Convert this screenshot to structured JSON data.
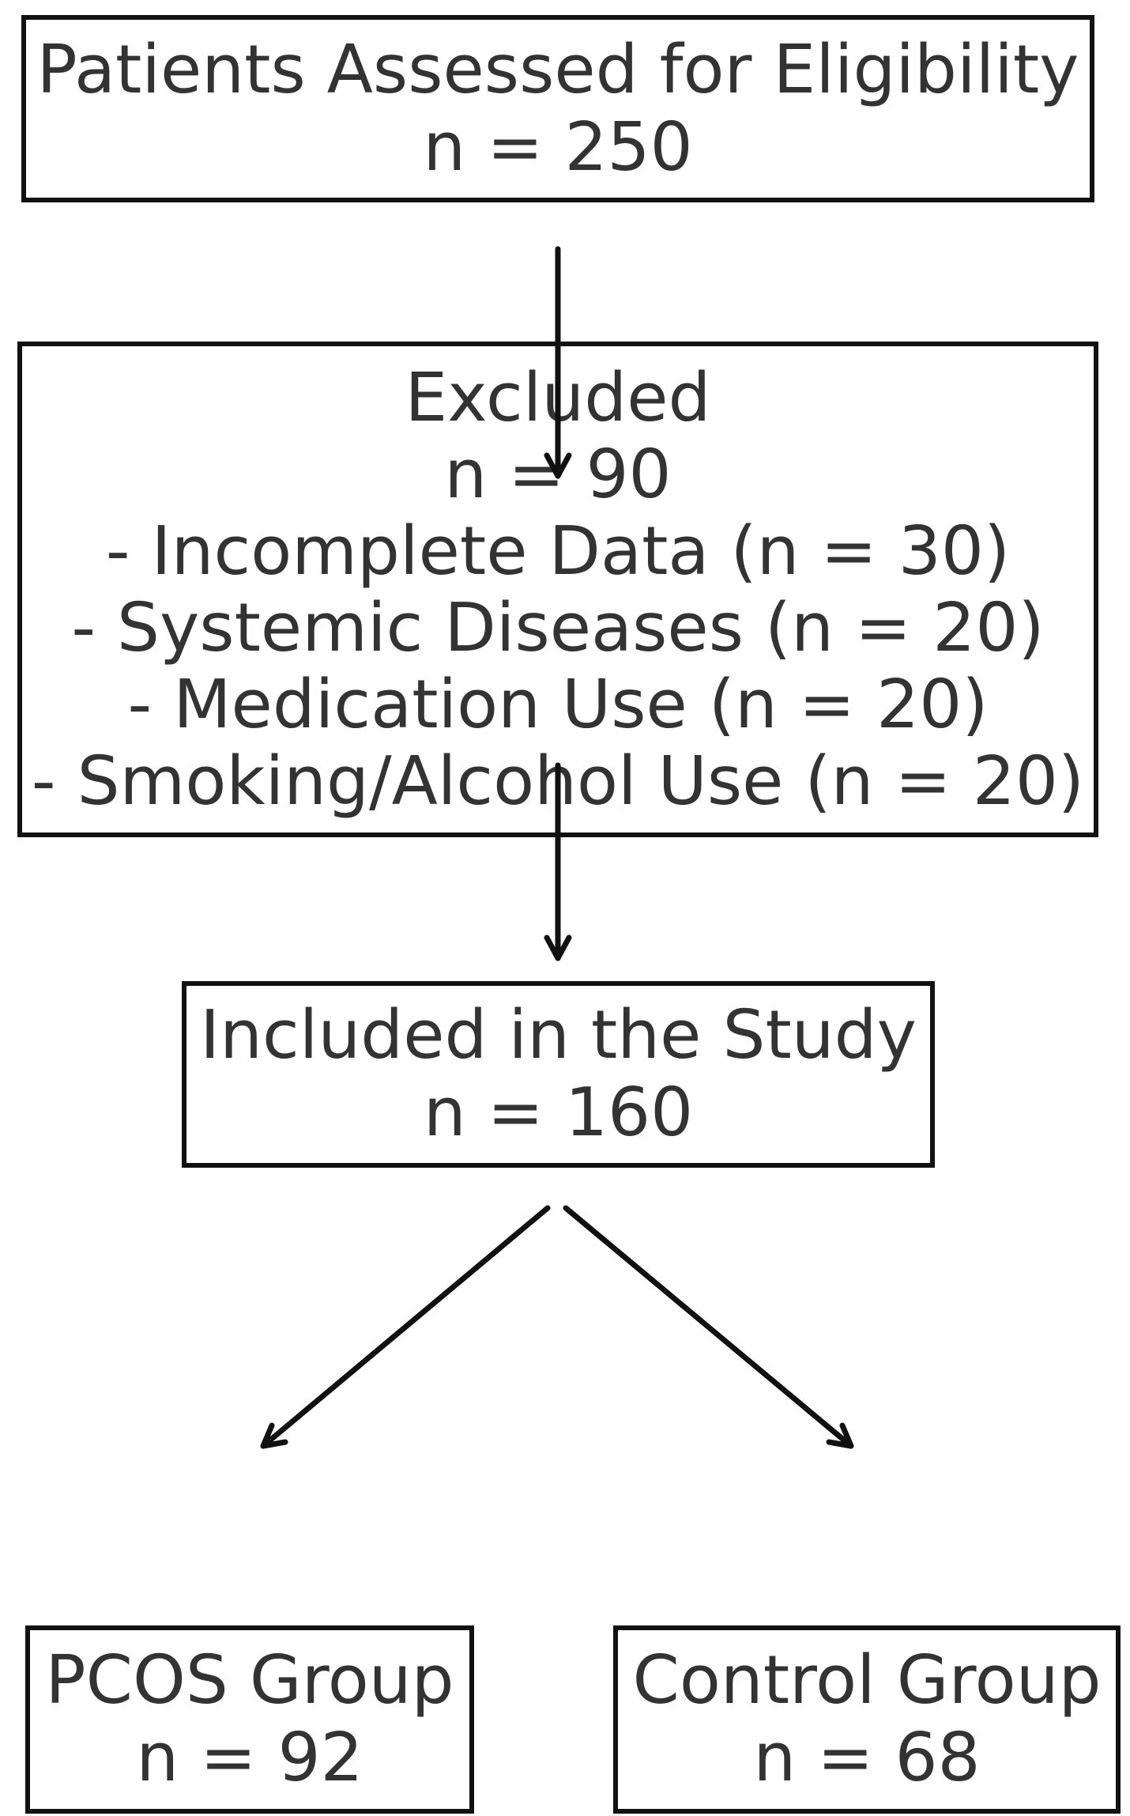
{
  "boxes": {
    "assessed": {
      "lines": [
        "Patients Assessed for Eligibility",
        "n = 250"
      ]
    },
    "excluded": {
      "lines": [
        "Excluded",
        "n = 90",
        "- Incomplete Data (n = 30)",
        "- Systemic Diseases (n = 20)",
        "- Medication Use (n = 20)",
        "- Smoking/Alcohol Use (n = 20)"
      ]
    },
    "included": {
      "lines": [
        "Included in the Study",
        "n = 160"
      ]
    },
    "pcos": {
      "lines": [
        "PCOS Group",
        "n = 92"
      ]
    },
    "control": {
      "lines": [
        "Control Group",
        "n = 68"
      ]
    }
  },
  "colors": {
    "text": "#333333",
    "stroke": "#111111",
    "background": "#ffffff"
  }
}
